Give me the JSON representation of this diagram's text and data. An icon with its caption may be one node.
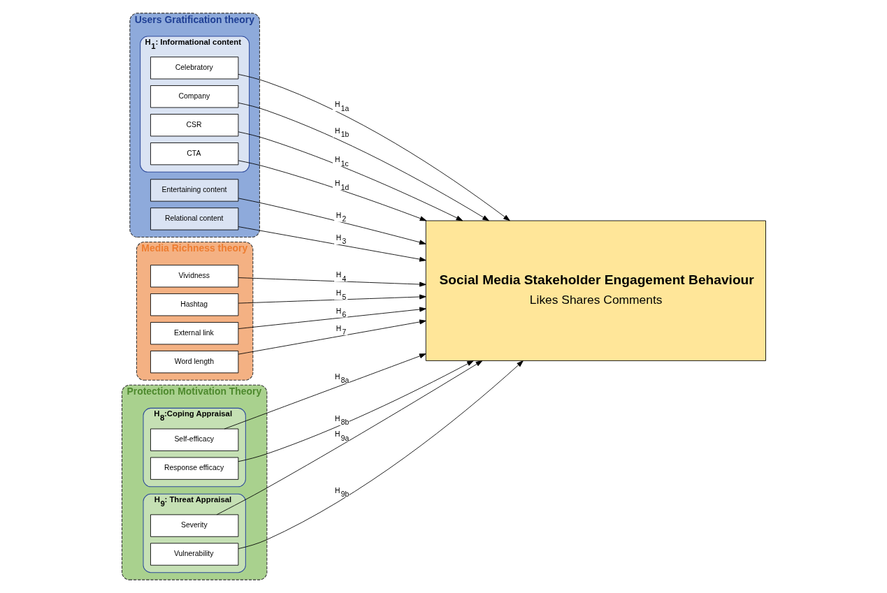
{
  "diagram": {
    "nodes": [
      {
        "text": [
          "Users Gratification theory"
        ]
      },
      {
        "text": [
          "H$_{1}$: Informational content"
        ],
        "in": 0
      },
      {
        "text": [
          "Celebratory"
        ],
        "in": 1
      },
      {
        "text": [
          "Company"
        ],
        "in": 1
      },
      {
        "text": [
          "CSR"
        ],
        "in": 1
      },
      {
        "text": [
          "CTA"
        ],
        "in": 1
      },
      {
        "text": [
          "Entertaining content"
        ],
        "in": 0
      },
      {
        "text": [
          "Relational content"
        ],
        "in": 0
      },
      {
        "text": [
          "Media Richness theory"
        ]
      },
      {
        "text": [
          "Vividness"
        ],
        "in": 8
      },
      {
        "text": [
          "Hashtag"
        ],
        "in": 8
      },
      {
        "text": [
          "External link"
        ],
        "in": 8
      },
      {
        "text": [
          "Word length"
        ],
        "in": 8
      },
      {
        "text": [
          "Protection Motivation Theory"
        ]
      },
      {
        "text": [
          "H$_{8}$:Coping Appraisal"
        ],
        "in": 13
      },
      {
        "text": [
          "Self-efficacy"
        ],
        "in": 14
      },
      {
        "text": [
          "Response efficacy"
        ],
        "in": 14
      },
      {
        "text": [
          "H$_{9}$: Threat Appraisal"
        ],
        "in": 13
      },
      {
        "text": [
          "Severity"
        ],
        "in": 17
      },
      {
        "text": [
          "Vulnerability"
        ],
        "in": 17
      },
      {
        "text": [
          "Social Media Stakeholder Engagement Behaviour",
          "Likes Shares Comments"
        ]
      }
    ],
    "edges": [
      {
        "from": 2,
        "to": 20,
        "arrow": "to",
        "label": "H$_{1a}$"
      },
      {
        "from": 3,
        "to": 20,
        "arrow": "to",
        "label": "H$_{1b}$"
      },
      {
        "from": 4,
        "to": 20,
        "arrow": "to",
        "label": "H$_{1c}$"
      },
      {
        "from": 5,
        "to": 20,
        "arrow": "to",
        "label": "H$_{1d}$"
      },
      {
        "from": 6,
        "to": 20,
        "arrow": "to",
        "label": "H$_{2}$"
      },
      {
        "from": 7,
        "to": 20,
        "arrow": "to",
        "label": "H$_{3}$"
      },
      {
        "from": 9,
        "to": 20,
        "arrow": "to",
        "label": "H$_{4}$"
      },
      {
        "from": 10,
        "to": 20,
        "arrow": "to",
        "label": "H$_{5}$"
      },
      {
        "from": 11,
        "to": 20,
        "arrow": "to",
        "label": "H$_{6}$"
      },
      {
        "from": 12,
        "to": 20,
        "arrow": "to",
        "label": "H$_{7}$"
      },
      {
        "from": 15,
        "to": 20,
        "arrow": "to",
        "label": "H$_{8a}$"
      },
      {
        "from": 16,
        "to": 20,
        "arrow": "to",
        "label": "H$_{8b}$"
      },
      {
        "from": 18,
        "to": 20,
        "arrow": "to",
        "label": "H$_{9a}$"
      },
      {
        "from": 19,
        "to": 20,
        "arrow": "to",
        "label": "H$_{9b}$"
      }
    ]
  }
}
